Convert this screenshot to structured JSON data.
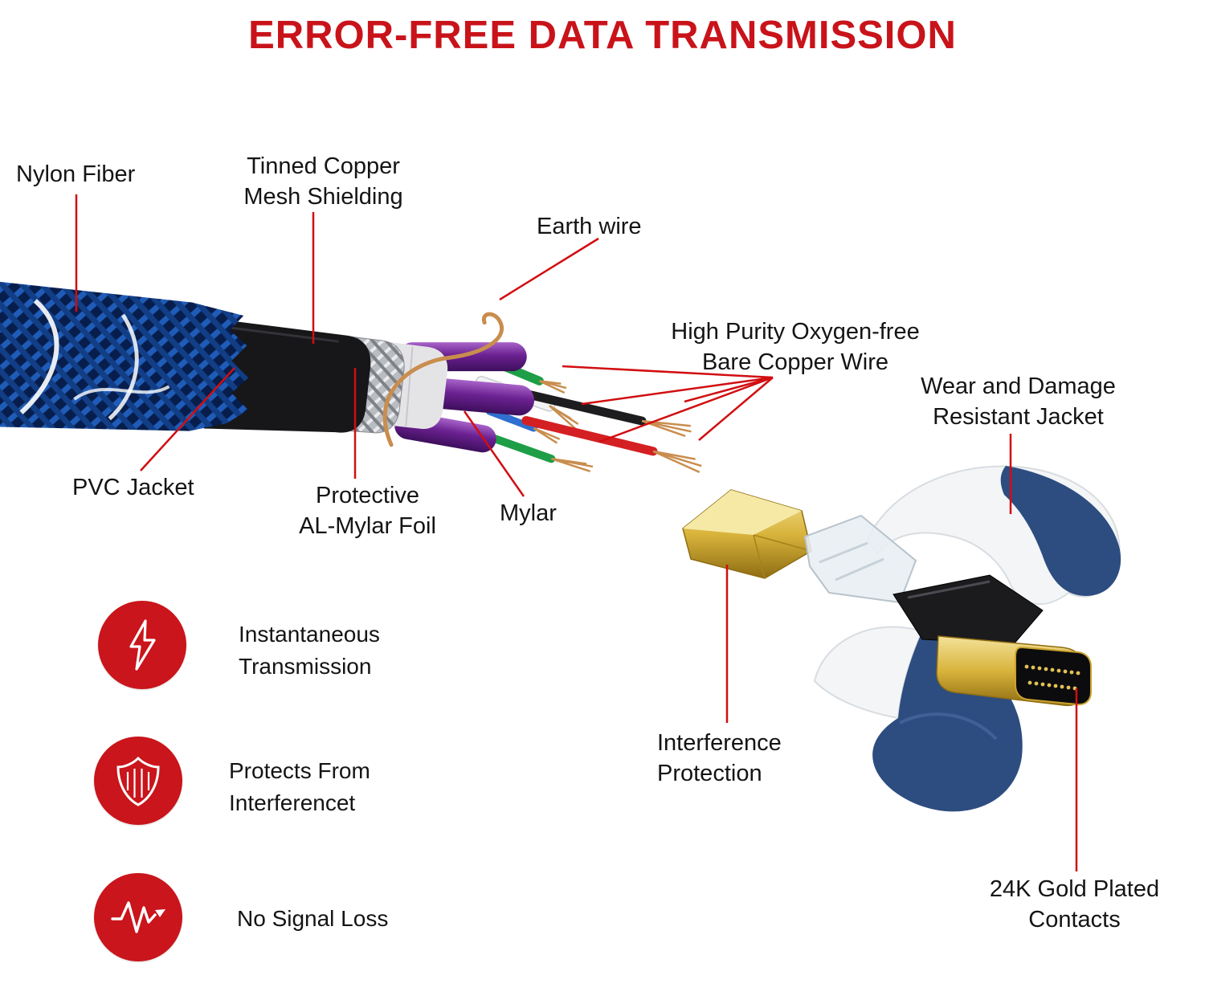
{
  "title": "ERROR-FREE DATA TRANSMISSION",
  "callouts": {
    "nylon_fiber": "Nylon Fiber",
    "tinned_copper": "Tinned Copper\nMesh Shielding",
    "earth_wire": "Earth wire",
    "bare_copper": "High Purity Oxygen-free\nBare Copper Wire",
    "wear_jacket": "Wear and Damage\nResistant Jacket",
    "pvc_jacket": "PVC Jacket",
    "al_mylar": "Protective\nAL-Mylar Foil",
    "mylar": "Mylar",
    "interference": "Interference\nProtection",
    "gold_contacts": "24K Gold Plated\nContacts"
  },
  "features": [
    {
      "icon": "lightning-icon",
      "label": "Instantaneous\nTransmission"
    },
    {
      "icon": "shield-icon",
      "label": "Protects From\nInterferencet"
    },
    {
      "icon": "signal-wave-icon",
      "label": "No Signal Loss"
    }
  ],
  "colors": {
    "accent_red": "#c9151b",
    "callout_line_red": "#d10e11",
    "text_black": "#141414",
    "cable_braid_blue": "#1f5cb8",
    "jacket_blue": "#2d4d80",
    "gold": "#d9b43c",
    "mylar_purple": "#6b2191"
  }
}
